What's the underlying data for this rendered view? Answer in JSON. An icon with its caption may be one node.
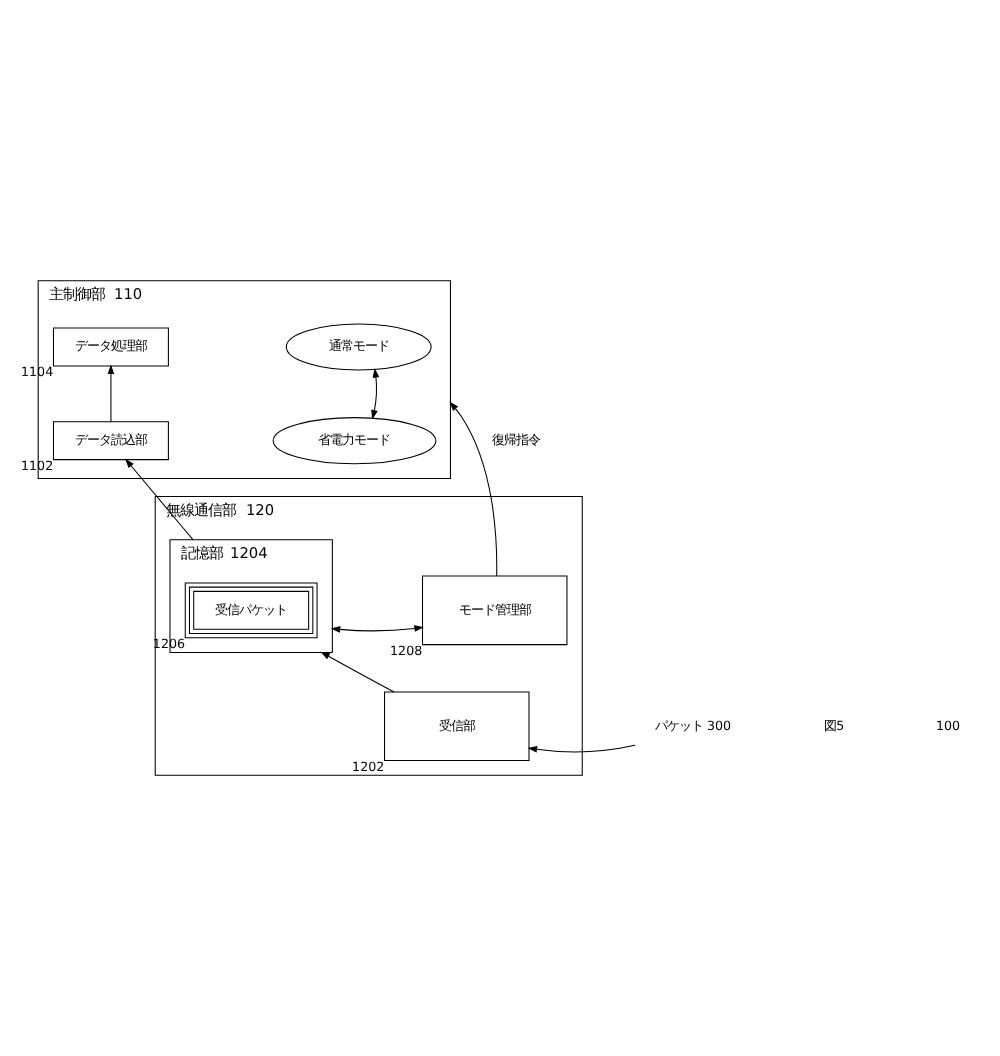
{
  "diagram": {
    "nodes": [
      {
        "text": [
          "主制御部"
        ],
        "beside": [
          "110"
        ]
      },
      {
        "text": [
          "通常モード"
        ],
        "in": 0
      },
      {
        "text": [
          "省電力モード"
        ],
        "in": 0
      },
      {
        "text": [
          "データ処理部"
        ],
        "in": 0,
        "beside": [
          "1104"
        ]
      },
      {
        "text": [
          "データ読込部"
        ],
        "in": 0,
        "beside": [
          "1102"
        ]
      },
      {
        "text": [
          "無線通信部"
        ],
        "beside": [
          "120"
        ]
      },
      {
        "text": [
          "モード管理部"
        ],
        "in": 5,
        "beside": [
          "1208"
        ]
      },
      {
        "text": [
          "記憶部"
        ],
        "in": 5,
        "beside": [
          "1204"
        ]
      },
      {
        "text": [
          "受信パケット"
        ],
        "in": 7,
        "beside": [
          "1206"
        ]
      },
      {
        "text": [
          "受信部"
        ],
        "in": 5,
        "beside": [
          "1202"
        ]
      },
      {
        "text": [
          "パケット 300"
        ]
      }
    ],
    "edges": [
      {
        "from": 1,
        "to": 2,
        "arrow": "both"
      },
      {
        "from": 4,
        "to": 3,
        "arrow": "to"
      },
      {
        "from": 6,
        "to": 0,
        "arrow": "to",
        "label": "復帰指令"
      },
      {
        "from": 7,
        "to": 4,
        "arrow": "to"
      },
      {
        "from": 6,
        "to": 7,
        "arrow": "both"
      },
      {
        "from": 10,
        "to": 9,
        "arrow": "to"
      },
      {
        "from": 9,
        "to": 7,
        "arrow": "to"
      }
    ],
    "labels": [
      "図5",
      "100"
    ]
  }
}
